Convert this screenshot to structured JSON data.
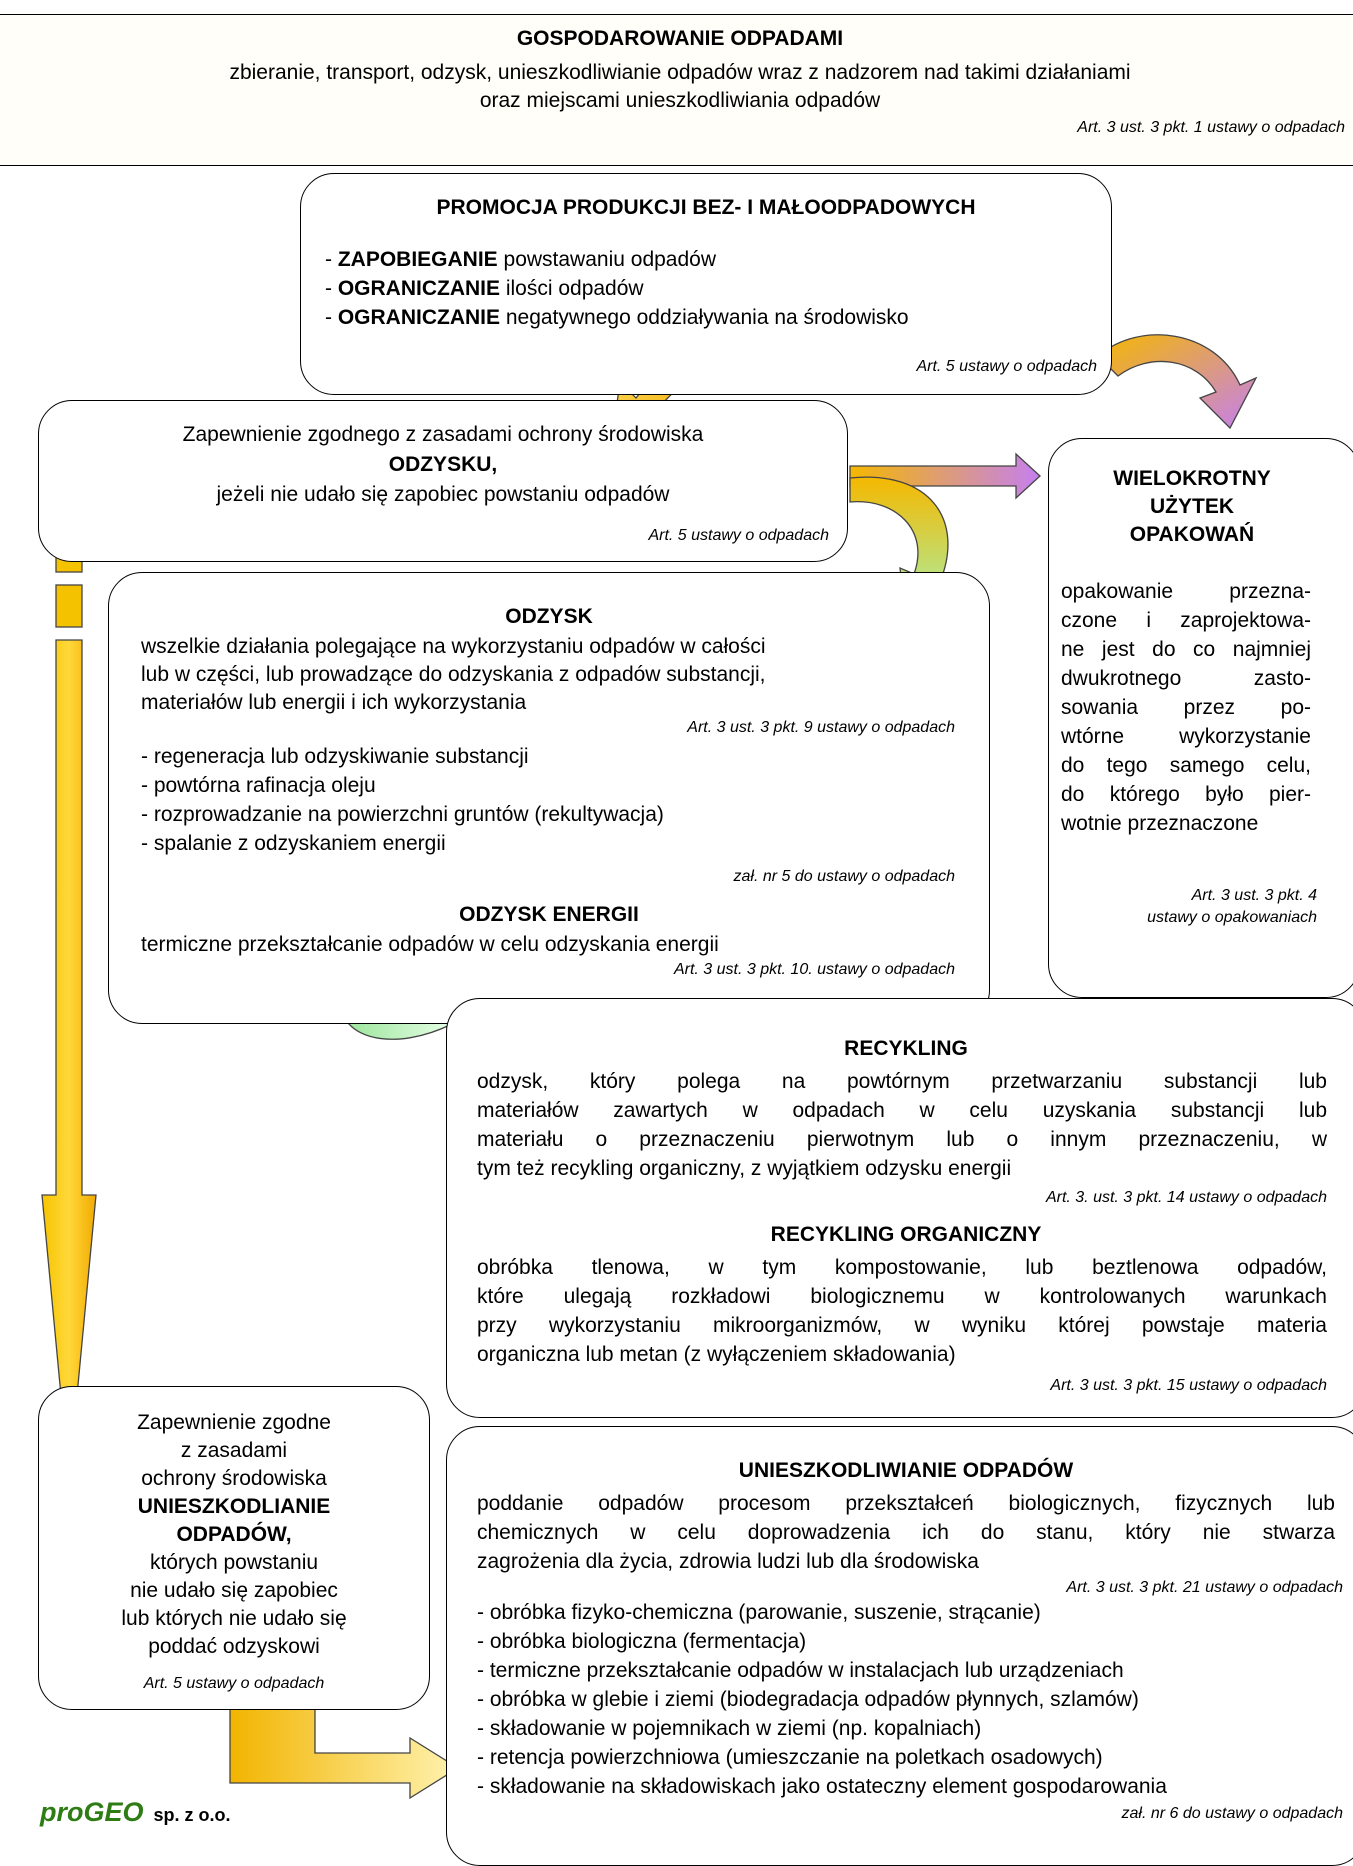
{
  "top": {
    "title": "GOSPODAROWANIE ODPADAMI",
    "line1": "zbieranie, transport, odzysk, unieszkodliwianie odpadów wraz z nadzorem nad takimi działaniami",
    "line2": "oraz miejscami unieszkodliwiania odpadów",
    "ref": "Art. 3 ust. 3 pkt. 1 ustawy o odpadach"
  },
  "promo": {
    "title": "PROMOCJA PRODUKCJI BEZ- I MAŁOODPADOWYCH",
    "items": [
      {
        "dash": "- ",
        "bold": "ZAPOBIEGANIE",
        "rest": " powstawaniu odpadów"
      },
      {
        "dash": "- ",
        "bold": "OGRANICZANIE",
        "rest": " ilości odpadów"
      },
      {
        "dash": "- ",
        "bold": "OGRANICZANIE",
        "rest": " negatywnego oddziaływania na środowisko"
      }
    ],
    "ref": "Art. 5 ustawy o odpadach"
  },
  "recovery_assurance": {
    "line1": "Zapewnienie zgodnego z zasadami ochrony środowiska",
    "bold": "ODZYSKU,",
    "line3": "jeżeli nie udało się zapobiec powstaniu odpadów",
    "ref": "Art. 5 ustawy o odpadach"
  },
  "reuse": {
    "title1": "WIELOKROTNY",
    "title2": "UŻYTEK",
    "title3": "OPAKOWAŃ",
    "lines": [
      "opakowanie przezna-",
      "czone i zaprojektowa-",
      "ne jest do co najmniej",
      "dwukrotnego zasto-",
      "sowania przez po-",
      "wtórne wykorzystanie",
      "do tego samego celu,",
      "do którego było pier-",
      "wotnie przeznaczone"
    ],
    "ref1": "Art. 3 ust. 3 pkt. 4",
    "ref2": "ustawy o opakowaniach"
  },
  "odzysk": {
    "title": "ODZYSK",
    "lines": [
      "wszelkie działania polegające na wykorzystaniu odpadów w całości",
      "lub w części, lub prowadzące do odzyskania z odpadów substancji,",
      "materiałów lub energii i ich wykorzystania"
    ],
    "ref": "Art. 3 ust. 3 pkt. 9 ustawy o odpadach",
    "items": [
      "- regeneracja lub odzyskiwanie substancji",
      "- powtórna rafinacja oleju",
      "- rozprowadzanie na powierzchni gruntów (rekultywacja)",
      "- spalanie z odzyskaniem energii"
    ],
    "ref2": "zał. nr 5 do ustawy o odpadach",
    "title2": "ODZYSK ENERGII",
    "energy": "termiczne przekształcanie odpadów w celu odzyskania energii",
    "ref3": "Art. 3 ust. 3 pkt. 10. ustawy o odpadach"
  },
  "recykling": {
    "title": "RECYKLING",
    "lines": [
      "odzysk, który polega na powtórnym przetwarzaniu substancji lub",
      "materiałów zawartych w odpadach w celu uzyskania substancji lub",
      "materiału o przeznaczeniu pierwotnym lub o innym przeznaczeniu, w",
      "tym też recykling organiczny, z wyjątkiem odzysku energii"
    ],
    "ref": "Art. 3. ust. 3 pkt. 14 ustawy o odpadach",
    "title2": "RECYKLING ORGANICZNY",
    "lines2": [
      "obróbka tlenowa, w tym kompostowanie, lub beztlenowa odpadów,",
      "które ulegają rozkładowi biologicznemu w kontrolowanych warunkach",
      "przy wykorzystaniu mikroorganizmów, w wyniku której powstaje materia",
      "organiczna lub metan (z wyłączeniem składowania)"
    ],
    "ref2": "Art. 3 ust. 3 pkt. 15 ustawy o odpadach"
  },
  "disposal_assurance": {
    "lines": [
      "Zapewnienie zgodne",
      "z zasadami",
      "ochrony środowiska"
    ],
    "bold1": "UNIESZKODLIANIE",
    "bold2": "ODPADÓW,",
    "lines2": [
      "których powstaniu",
      "nie udało się zapobiec",
      "lub których nie udało się",
      "poddać odzyskowi"
    ],
    "ref": "Art. 5 ustawy o odpadach"
  },
  "unieszk": {
    "title": "UNIESZKODLIWIANIE ODPADÓW",
    "lines": [
      "poddanie odpadów procesom przekształceń biologicznych, fizycznych lub",
      "chemicznych w celu doprowadzenia ich do stanu, który nie stwarza",
      "zagrożenia dla życia, zdrowia ludzi lub dla środowiska"
    ],
    "ref": "Art. 3 ust. 3 pkt. 21 ustawy o odpadach",
    "items": [
      "- obróbka fizyko-chemiczna (parowanie, suszenie, strącanie)",
      "- obróbka biologiczna (fermentacja)",
      "- termiczne przekształcanie odpadów w instalacjach lub urządzeniach",
      "- obróbka w glebie i ziemi (biodegradacja odpadów płynnych, szlamów)",
      "- składowanie w pojemnikach w ziemi (np. kopalniach)",
      "- retencja powierzchniowa (umieszczanie na poletkach osadowych)",
      "- składowanie na składowiskach jako ostateczny element gospodarowania"
    ],
    "ref2": "zał. nr 6 do ustawy o odpadach"
  },
  "logo": {
    "name": "proGEO",
    "suffix": "sp. z o.o."
  },
  "colors": {
    "logo_green": "#2e7d14",
    "arrow_yellow": "#f5c200",
    "arrow_orange": "#f29f05",
    "arrow_purple": "#c77dea",
    "arrow_green": "#aaf0aa"
  }
}
